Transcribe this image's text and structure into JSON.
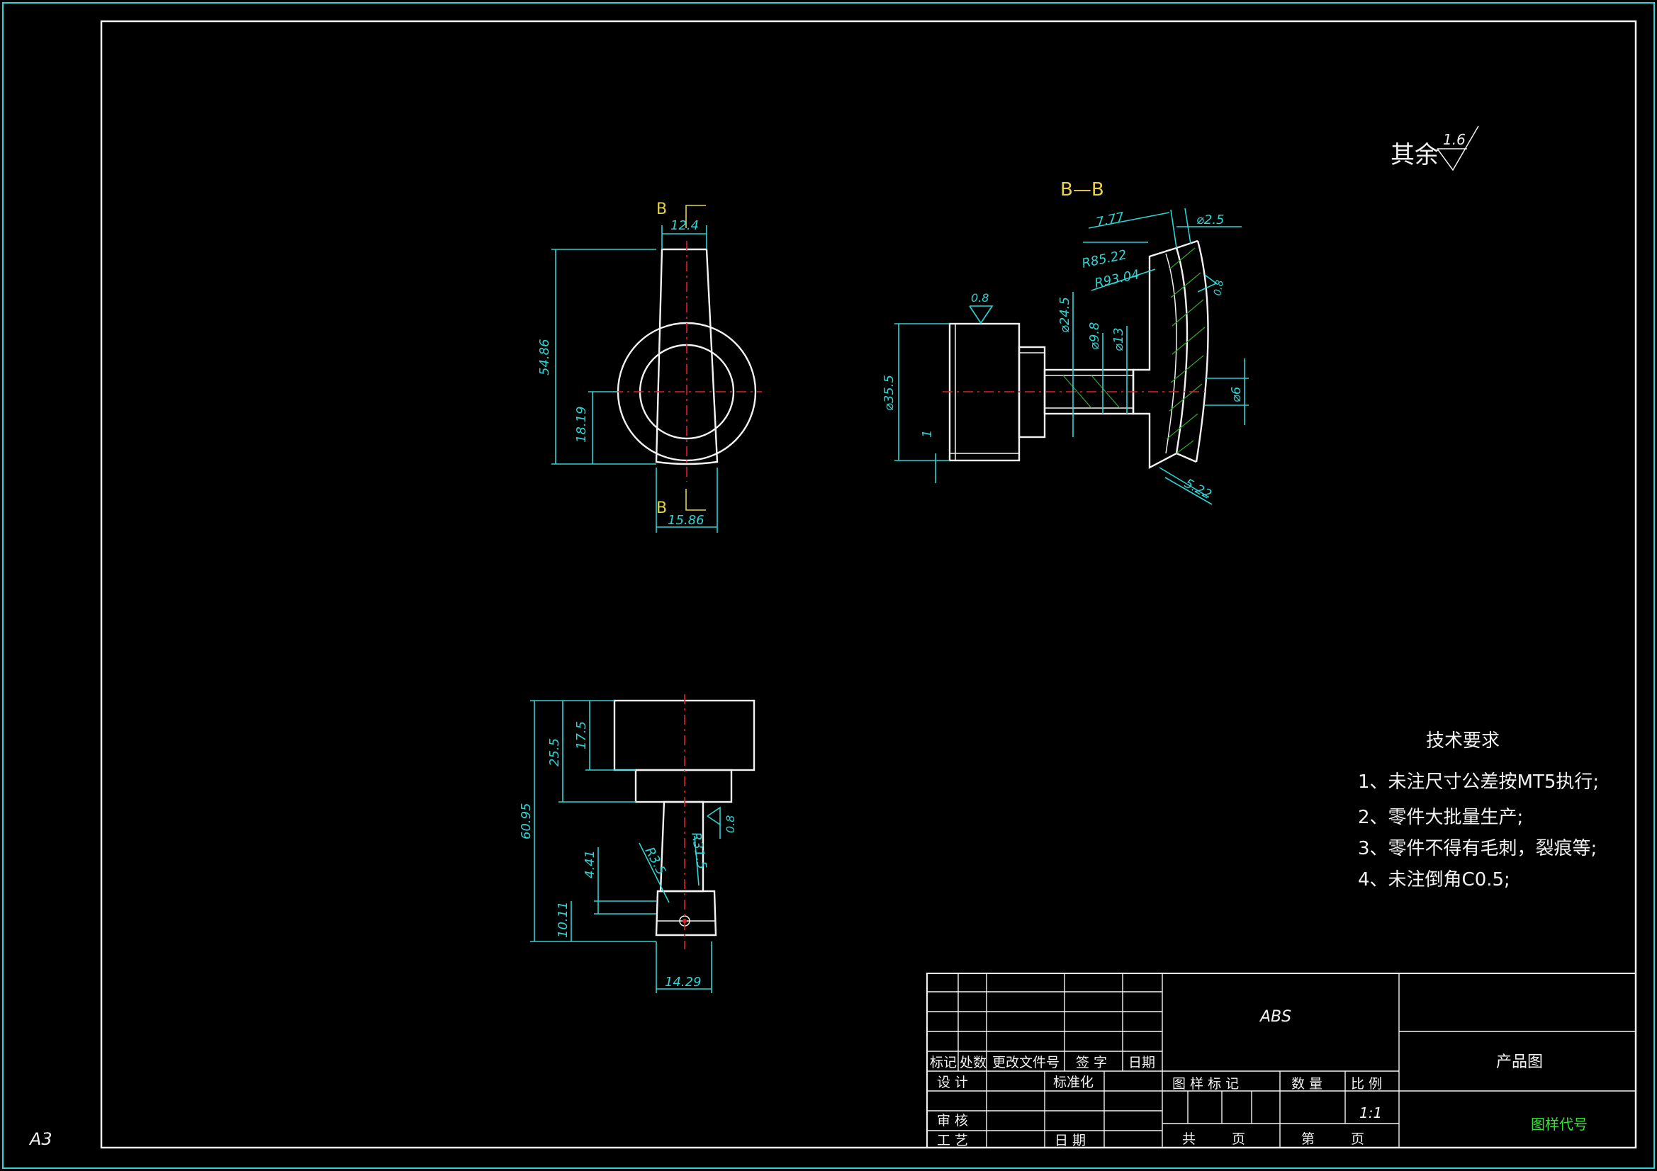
{
  "sheet": {
    "paper_size": "A3",
    "surface_finish_note": {
      "prefix": "其余",
      "value": "1.6"
    }
  },
  "views": {
    "front": {
      "section_marker": "B",
      "dims": {
        "top_width": "12.4",
        "height": "54.86",
        "lower": "18.19",
        "bottom_width": "15.86"
      }
    },
    "section": {
      "title": "B—B",
      "dims": {
        "d_outer": "⌀35.5",
        "d_neck": "⌀24.5",
        "d_shaft": "⌀9.8",
        "d_hub": "⌀13",
        "d_hole": "⌀6",
        "d_pin": "⌀2.5",
        "r_inner": "R85.22",
        "r_outer": "R93.04",
        "top_thk": "7.77",
        "bottom_thk": "5.22",
        "step": "1",
        "finish_a": "0.8",
        "finish_b": "0.8"
      }
    },
    "side": {
      "dims": {
        "total": "60.95",
        "upper": "25.5",
        "cap": "17.5",
        "mid": "4.41",
        "lower": "10.11",
        "width": "14.29",
        "r_small": "R3.5",
        "r_large": "R31.5",
        "finish": "0.8"
      }
    }
  },
  "tech_requirements": {
    "title": "技术要求",
    "items": [
      "1、未注尺寸公差按MT5执行;",
      "2、零件大批量生产;",
      "3、零件不得有毛刺，裂痕等;",
      "4、未注倒角C0.5;"
    ]
  },
  "title_block": {
    "material": "ABS",
    "product_name": "产品图",
    "drawing_code_label": "图样代号",
    "revision_headers": [
      "标记",
      "处数",
      "更改文件号",
      "签 字",
      "日期"
    ],
    "row_design": "设 计",
    "row_standard": "标准化",
    "row_review": "审 核",
    "row_process": "工 艺",
    "row_date": "日 期",
    "marks_header": "图 样 标 记",
    "qty_header": "数 量",
    "scale_header": "比 例",
    "scale_value": "1:1",
    "total_label": "共",
    "sheet_label": "页",
    "no_label": "第",
    "page_label": "页"
  }
}
